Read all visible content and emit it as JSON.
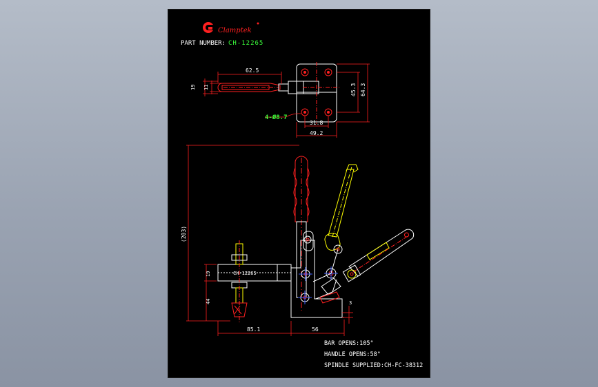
{
  "logo": {
    "brand": "Clamptek"
  },
  "part": {
    "label": "PART NUMBER:",
    "number": "CH-12265"
  },
  "dims": {
    "d62_5": "62.5",
    "d11": "11",
    "d19_top": "19",
    "d45_3": "45.3",
    "d64_3": "64.3",
    "d4_holes": "4-Ø8.7",
    "d31_8": "31.8",
    "d49_2": "49.2",
    "d203": "(203)",
    "d19_side": "19",
    "d44": "44",
    "d3": "3",
    "d85_1": "85.1",
    "d56": "56"
  },
  "bar_label": "CH-12265",
  "specs": {
    "bar_opens": "BAR OPENS:105°",
    "handle_opens": "HANDLE OPENS:58°",
    "spindle": "SPINDLE SUPPLIED:CH-FC-38312"
  },
  "colors": {
    "sheet": "#000000",
    "outline": "#ffffff",
    "dimension": "#ff2020",
    "handle": "#ffff00",
    "text_green": "#3bff3b"
  }
}
